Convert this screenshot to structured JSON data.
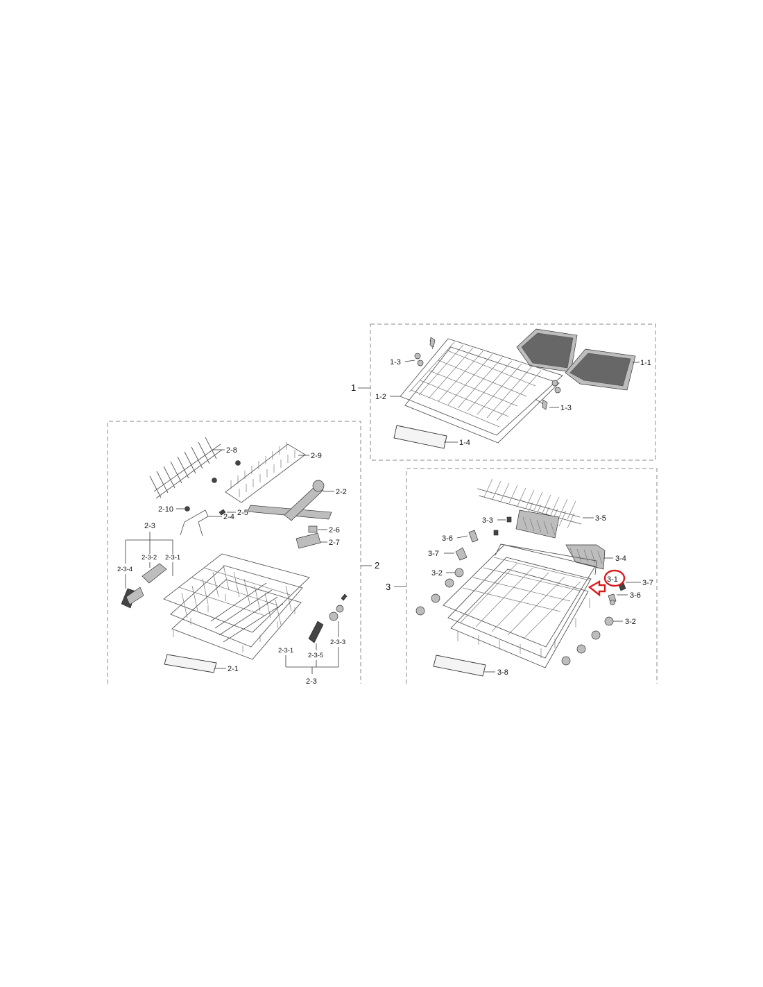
{
  "highlight_color": "#d81b1b",
  "groups": {
    "g1": "1",
    "g2": "2",
    "g3": "3"
  },
  "labels": {
    "p1_1": "1-1",
    "p1_2": "1-2",
    "p1_3a": "1-3",
    "p1_3b": "1-3",
    "p1_4": "1-4",
    "p2_1": "2-1",
    "p2_2": "2-2",
    "p2_3top": "2-3",
    "p2_3bot": "2-3",
    "p2_3_1a": "2-3-1",
    "p2_3_1b": "2-3-1",
    "p2_3_2": "2-3-2",
    "p2_3_3": "2-3-3",
    "p2_3_4": "2-3-4",
    "p2_3_5": "2-3-5",
    "p2_4": "2-4",
    "p2_5": "2-5",
    "p2_6": "2-6",
    "p2_7": "2-7",
    "p2_8": "2-8",
    "p2_9": "2-9",
    "p2_10": "2-10",
    "p3_1": "3-1",
    "p3_2a": "3-2",
    "p3_2b": "3-2",
    "p3_3": "3-3",
    "p3_4": "3-4",
    "p3_5": "3-5",
    "p3_6a": "3-6",
    "p3_6b": "3-6",
    "p3_7a": "3-7",
    "p3_7b": "3-7",
    "p3_8": "3-8"
  }
}
